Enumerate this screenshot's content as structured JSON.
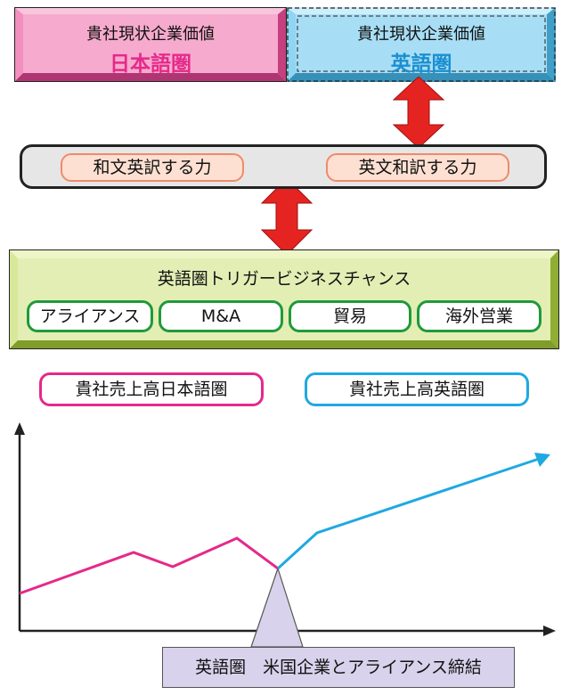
{
  "top": {
    "left": {
      "line1": "貴社現状企業価値",
      "line2": "日本語圏"
    },
    "right": {
      "line1": "貴社現状企業価値",
      "line2": "英語圏"
    }
  },
  "translation": {
    "left": "和文英訳する力",
    "right": "英文和訳する力"
  },
  "opportunity": {
    "title": "英語圏トリガービジネスチャンス",
    "items": [
      "アライアンス",
      "M&A",
      "貿易",
      "海外営業"
    ]
  },
  "revenue": {
    "japan": "貴社売上高日本語圏",
    "english": "貴社売上高英語圏"
  },
  "callout": "英語圏　米国企業とアライアンス締結",
  "colors": {
    "japan": "#e5298a",
    "english": "#1fa9e1",
    "arrow": "#e52421",
    "green": "#1f9a3a"
  }
}
